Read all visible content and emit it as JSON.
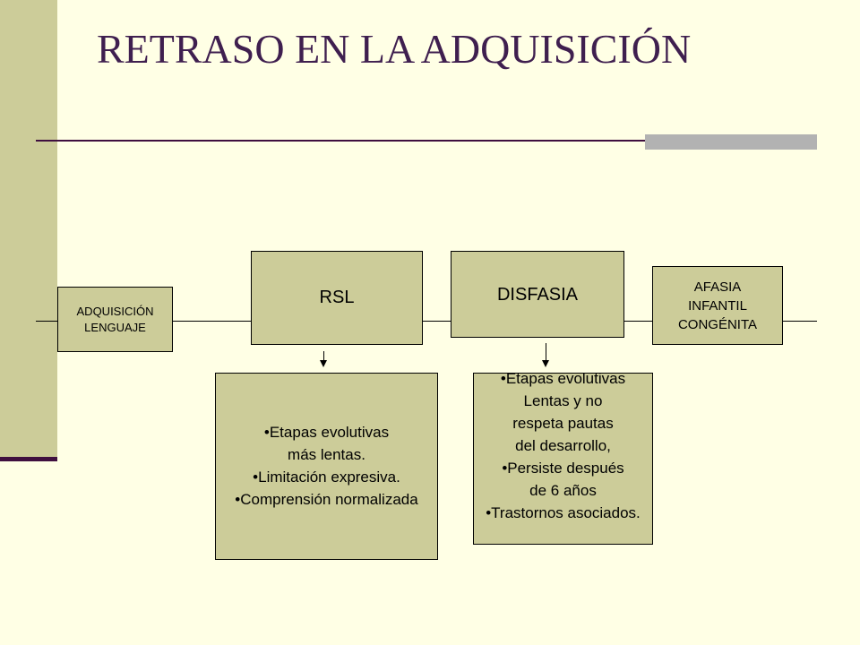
{
  "title": "RETRASO EN LA ADQUISICIÓN",
  "nodes": {
    "adquisicion": {
      "lines": [
        "ADQUISICIÓN",
        "LENGUAJE"
      ]
    },
    "rsl": {
      "label": "RSL"
    },
    "disfasia": {
      "label": "DISFASIA"
    },
    "afasia": {
      "lines": [
        "AFASIA",
        "INFANTIL",
        "CONGÉNITA"
      ]
    }
  },
  "details": {
    "rsl": {
      "lines": [
        "•Etapas evolutivas",
        "más lentas.",
        "•Limitación expresiva.",
        "•Comprensión normalizada"
      ]
    },
    "disfasia": {
      "lines": [
        "•Etapas evolutivas",
        "Lentas y no",
        "respeta pautas",
        "del desarrollo,",
        "•Persiste después",
        "de 6 años",
        "•Trastornos asociados."
      ]
    }
  },
  "colors": {
    "background": "#FFFFE5",
    "box_fill": "#CCCC99",
    "title": "#3F1F4F",
    "rule": "#3F0F3F",
    "accent_rule": "#B2B2B2"
  }
}
